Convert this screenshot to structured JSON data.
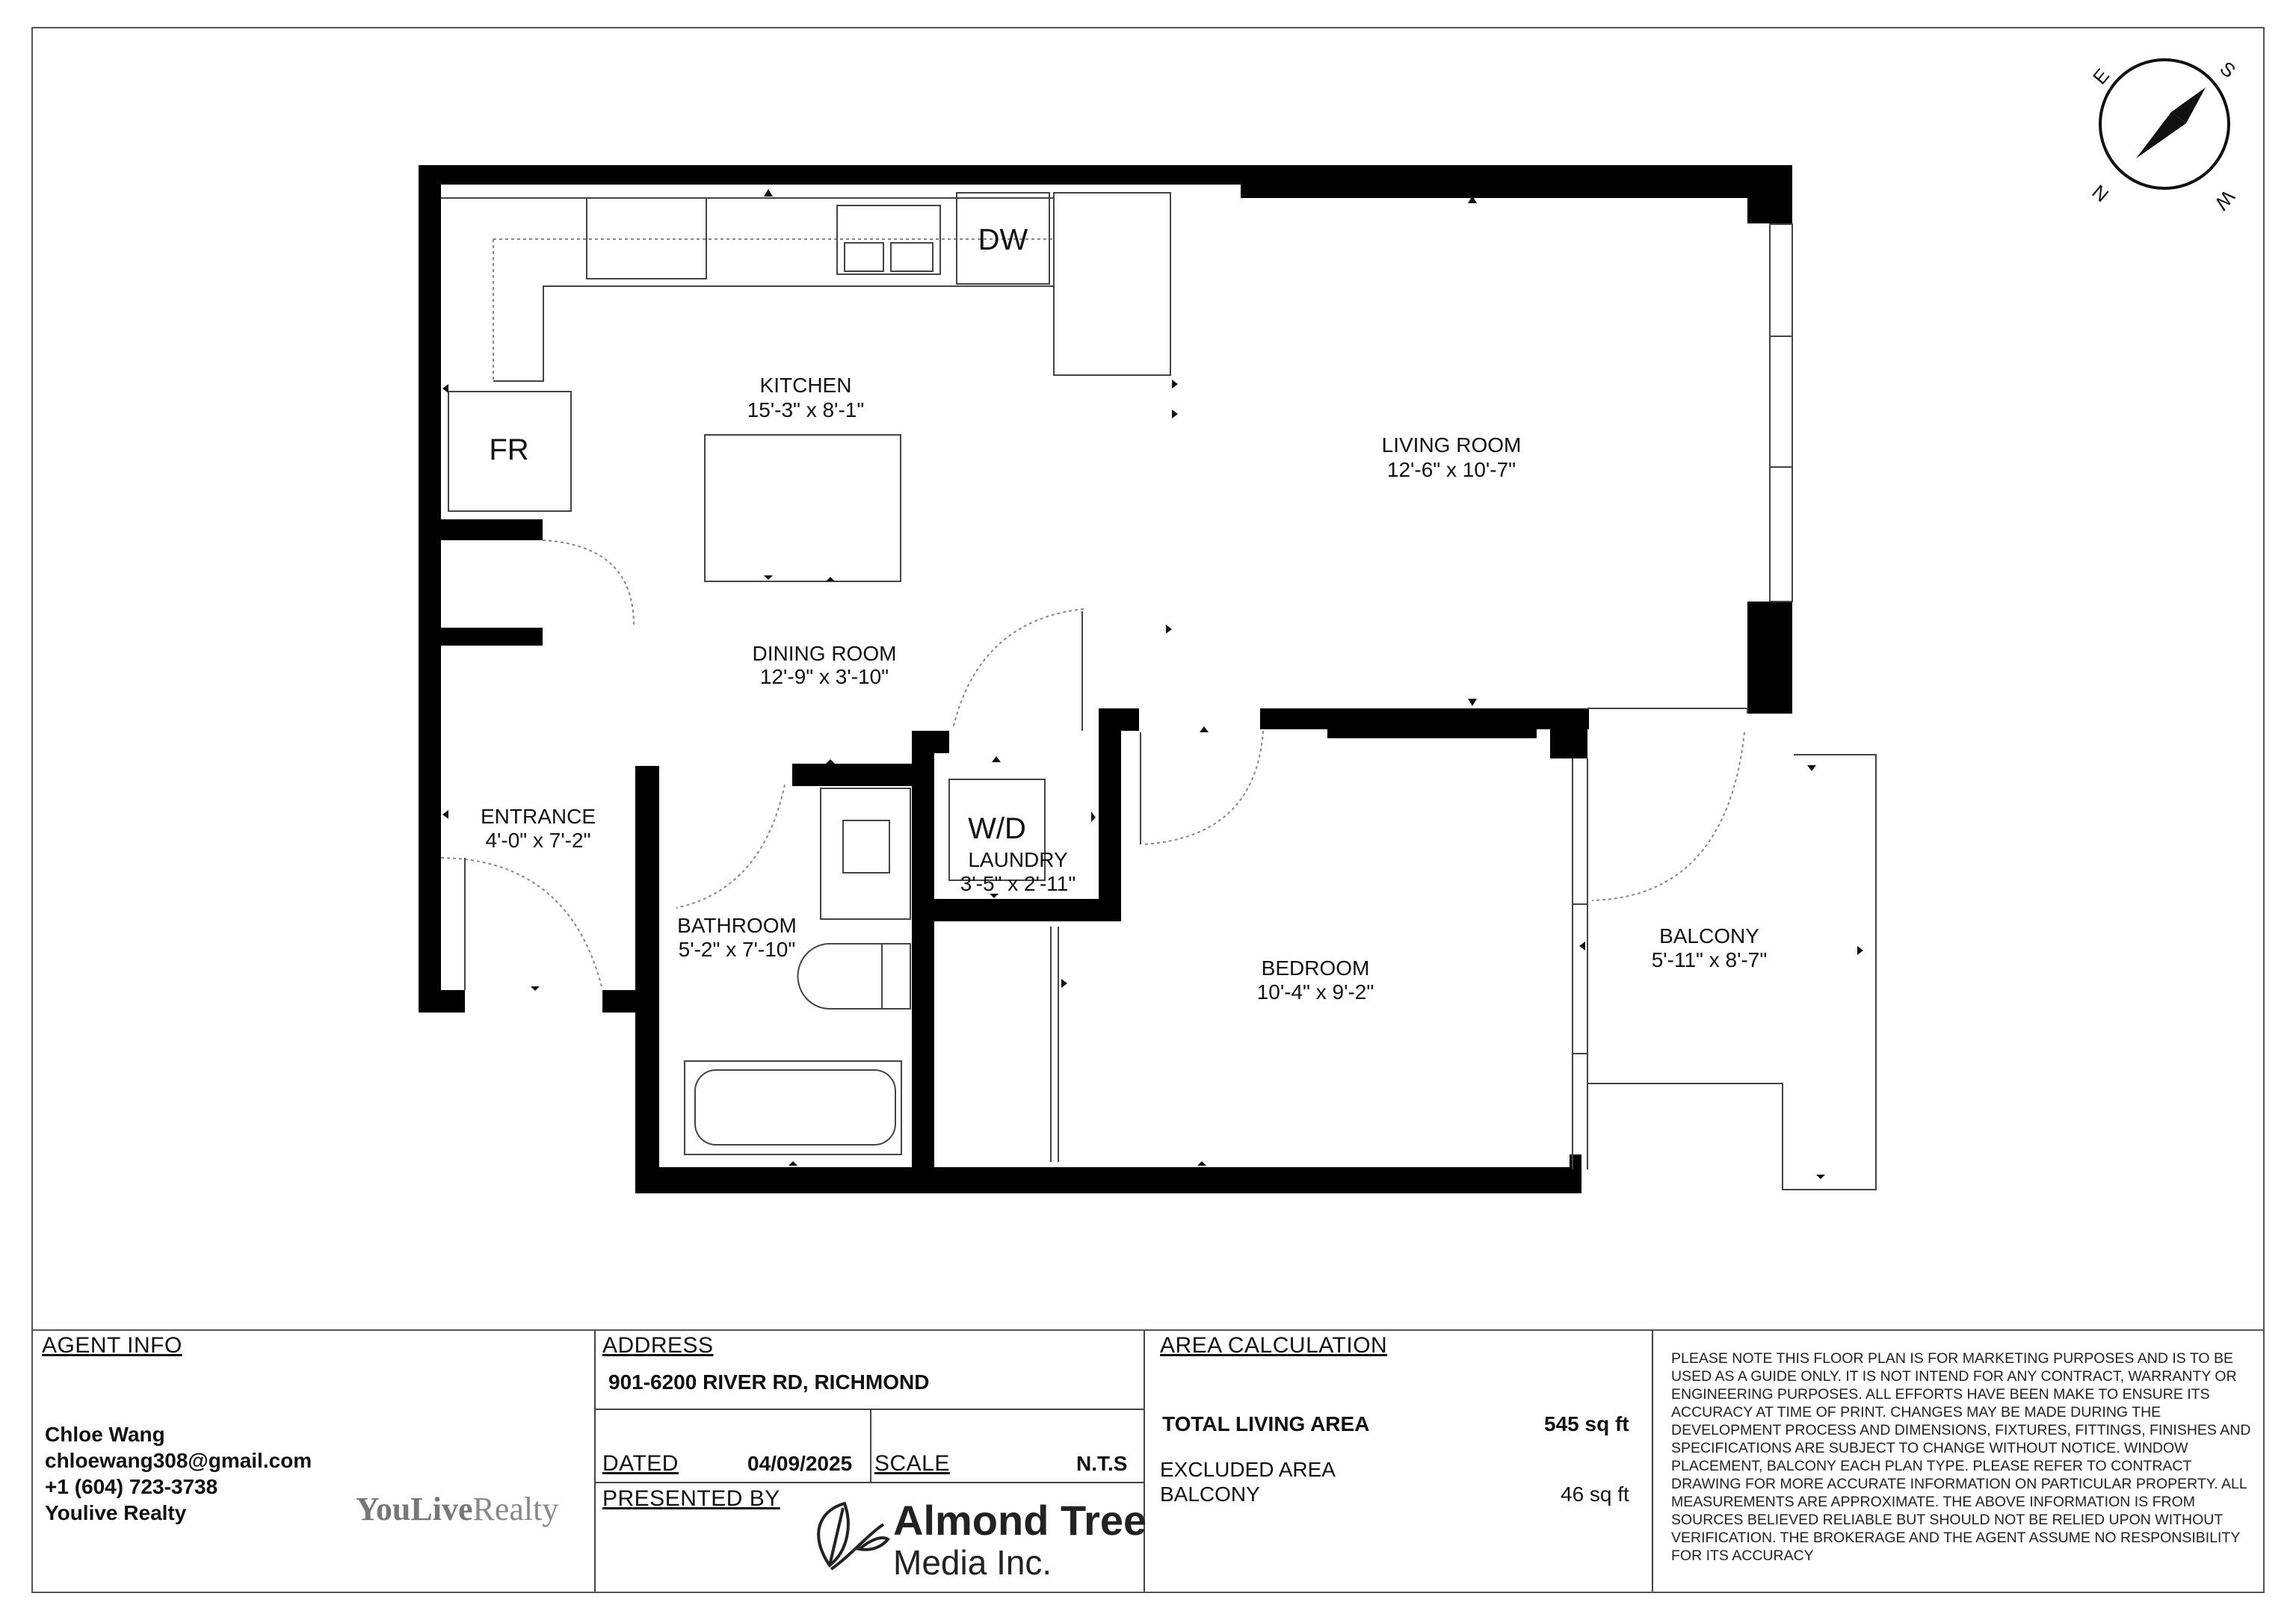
{
  "rooms": {
    "kitchen": {
      "name": "KITCHEN",
      "dims": "15'-3\" x 8'-1\""
    },
    "living_room": {
      "name": "LIVING ROOM",
      "dims": "12'-6\" x 10'-7\""
    },
    "dining_room": {
      "name": "DINING ROOM",
      "dims": "12'-9\" x 3'-10\""
    },
    "entrance": {
      "name": "ENTRANCE",
      "dims": "4'-0\" x 7'-2\""
    },
    "bathroom": {
      "name": "BATHROOM",
      "dims": "5'-2\" x 7'-10\""
    },
    "laundry": {
      "name": "LAUNDRY",
      "dims": "3'-5\" x 2'-11\""
    },
    "bedroom": {
      "name": "BEDROOM",
      "dims": "10'-4\" x 9'-2\""
    },
    "balcony": {
      "name": "BALCONY",
      "dims": "5'-11\" x 8'-7\""
    }
  },
  "fixtures": {
    "dishwasher": "DW",
    "fridge": "FR",
    "washer_dryer": "W/D"
  },
  "compass": {
    "e": "E",
    "s": "S",
    "n": "N",
    "w": "W"
  },
  "agent_info": {
    "heading": "AGENT INFO",
    "name": "Chloe Wang",
    "email": "chloewang308@gmail.com",
    "phone": "+1 (604) 723-3738",
    "company": "Youlive Realty",
    "logo_part1": "YouLive",
    "logo_part2": "Realty"
  },
  "address": {
    "heading": "ADDRESS",
    "value": "901-6200 RIVER RD, RICHMOND",
    "dated_label": "DATED",
    "dated_value": "04/09/2025",
    "scale_label": "SCALE",
    "scale_value": "N.T.S",
    "presented_by_label": "PRESENTED BY",
    "presenter_line1": "Almond Tree",
    "presenter_line2": "Media Inc."
  },
  "area": {
    "heading": "AREA CALCULATION",
    "total_label": "TOTAL LIVING AREA",
    "total_value": "545 sq ft",
    "excluded_label": "EXCLUDED AREA",
    "balcony_label": "BALCONY",
    "balcony_value": "46 sq ft"
  },
  "disclaimer": "PLEASE NOTE THIS FLOOR PLAN IS FOR MARKETING PURPOSES AND IS TO BE USED AS A GUIDE ONLY. IT IS NOT INTEND FOR ANY CONTRACT, WARRANTY OR ENGINEERING PURPOSES. ALL EFFORTS HAVE BEEN MAKE TO ENSURE ITS ACCURACY AT TIME OF PRINT. CHANGES MAY BE MADE DURING THE DEVELOPMENT PROCESS AND DIMENSIONS, FIXTURES, FITTINGS, FINISHES AND SPECIFICATIONS ARE SUBJECT TO CHANGE WITHOUT NOTICE. WINDOW PLACEMENT, BALCONY EACH PLAN TYPE. PLEASE REFER TO CONTRACT DRAWING FOR MORE ACCURATE INFORMATION ON PARTICULAR PROPERTY. ALL MEASUREMENTS ARE APPROXIMATE. THE ABOVE INFORMATION IS FROM SOURCES BELIEVED RELIABLE BUT SHOULD NOT BE RELIED UPON WITHOUT VERIFICATION. THE BROKERAGE AND THE AGENT ASSUME NO RESPONSIBILITY FOR ITS ACCURACY"
}
